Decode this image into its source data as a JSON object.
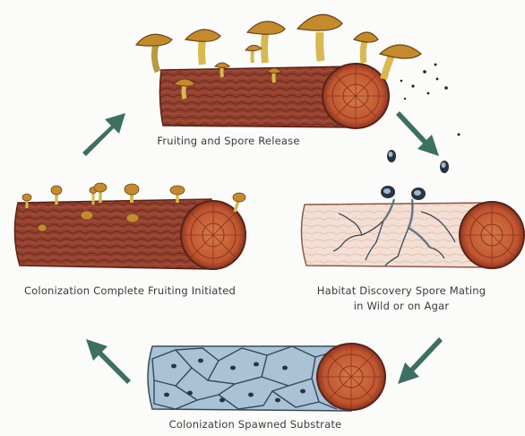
{
  "captions": {
    "fruiting": "Fruiting and Spore Release",
    "colonization_complete": "Colonization Complete Fruiting Initiated",
    "habitat_line1": "Habitat Discovery Spore Mating",
    "habitat_line2": "in Wild or on Agar",
    "spawned": "Colonization Spawned Substrate"
  },
  "colors": {
    "arrow": "#3f6e62",
    "bark": "#8b3a2c",
    "log_end": "#c8643a",
    "cap": "#b8862c",
    "stem": "#e8c860",
    "mycelium": "#3a4a58"
  },
  "icons": [
    "mushroom-log-icon",
    "colonized-log-icon",
    "mycelium-log-icon",
    "spawned-log-icon",
    "spore-icon",
    "cycle-arrow-icon"
  ]
}
